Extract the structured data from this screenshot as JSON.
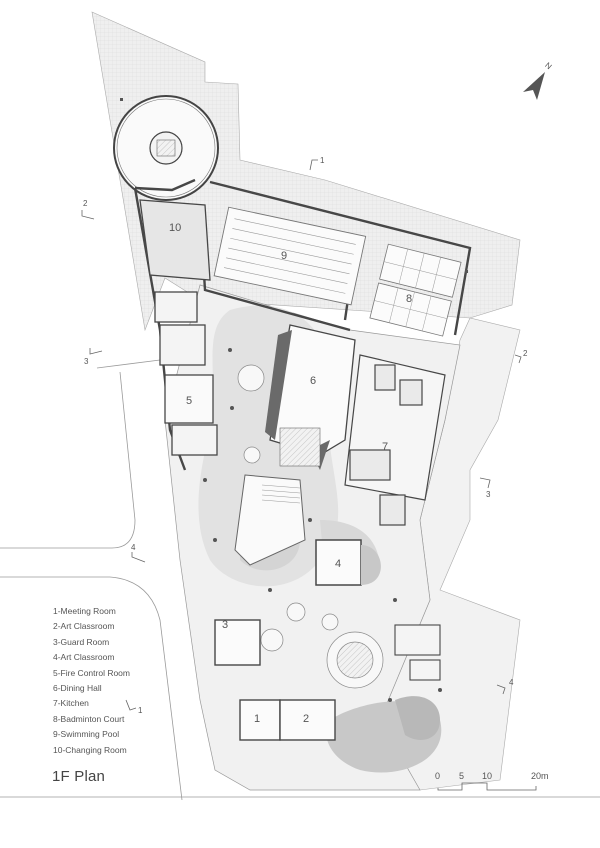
{
  "drawing": {
    "title": "1F Plan",
    "type": "architectural floor plan"
  },
  "legend": {
    "items": [
      {
        "num": "1",
        "label": "1-Meeting Room"
      },
      {
        "num": "2",
        "label": "2-Art Classroom"
      },
      {
        "num": "3",
        "label": "3-Guard Room"
      },
      {
        "num": "4",
        "label": "4-Art Classroom"
      },
      {
        "num": "5",
        "label": "5-Fire Control Room"
      },
      {
        "num": "6",
        "label": "6-Dining Hall"
      },
      {
        "num": "7",
        "label": "7-Kitchen"
      },
      {
        "num": "8",
        "label": "8-Badminton Court"
      },
      {
        "num": "9",
        "label": "9-Swimming Pool"
      },
      {
        "num": "10",
        "label": "10-Changing Room"
      }
    ]
  },
  "room_labels": {
    "r1": "1",
    "r2": "2",
    "r3": "3",
    "r4": "4",
    "r5": "5",
    "r6": "6",
    "r7": "7",
    "r8": "8",
    "r9": "9",
    "r10": "10"
  },
  "section_marks": {
    "s1_top": "1",
    "s1_bottom": "1",
    "s2_left": "2",
    "s2_right": "2",
    "s3_left": "3",
    "s3_right": "3",
    "s4_left": "4",
    "s4_right": "4"
  },
  "north_arrow": {
    "label": "N",
    "icon": "north-arrow-icon"
  },
  "scale_bar": {
    "ticks": [
      "0",
      "5",
      "10",
      "20m"
    ]
  },
  "colors": {
    "wall": "#4a4a4a",
    "paving_grid": "#ececec",
    "landscape_light": "#e8e8e8",
    "landscape_mid": "#d6d6d6",
    "landscape_dark": "#bdbdbd",
    "line": "#8a8a8a",
    "text": "#555555"
  }
}
